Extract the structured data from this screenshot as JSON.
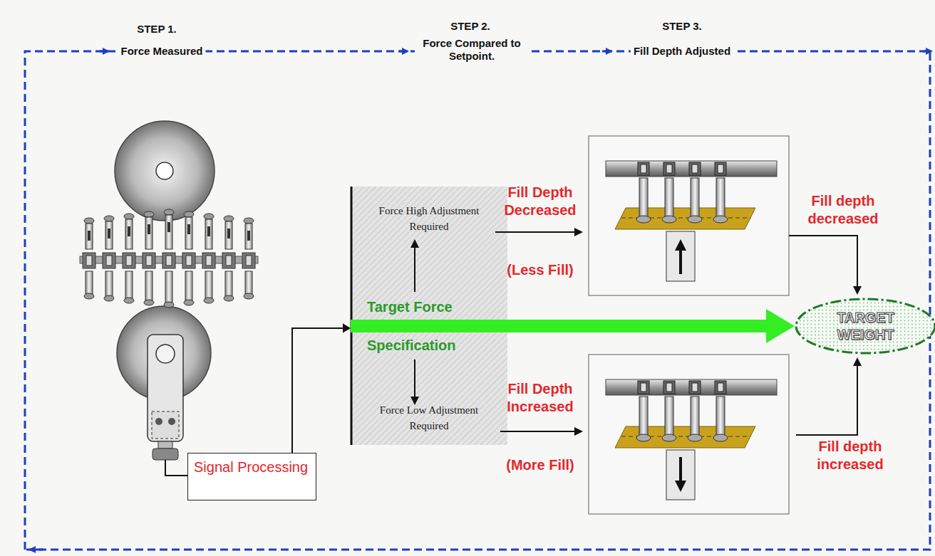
{
  "diagram": {
    "nodes": [
      {
        "text": [
          "Signal Processing"
        ]
      },
      {
        "text": [
          "Force High Adjustment Required",
          "Target Force",
          "Specification",
          "Force Low Adjustment Required"
        ]
      },
      {
        "text": [
          "TARGET WEIGHT"
        ]
      }
    ],
    "edges": [
      {
        "from": 0,
        "to": 1,
        "arrow": "to"
      },
      {
        "from": 1,
        "to": 2,
        "arrow": "to"
      }
    ],
    "labels": [
      "STEP 1.",
      "Force Measured",
      "STEP 2.",
      "Force Compared to Setpoint.",
      "STEP 3.",
      "Fill Depth Adjusted",
      "Fill Depth Decreased",
      "(Less Fill)",
      "Fill Depth Increased",
      "(More Fill)",
      "Fill depth decreased",
      "Fill depth increased"
    ]
  }
}
